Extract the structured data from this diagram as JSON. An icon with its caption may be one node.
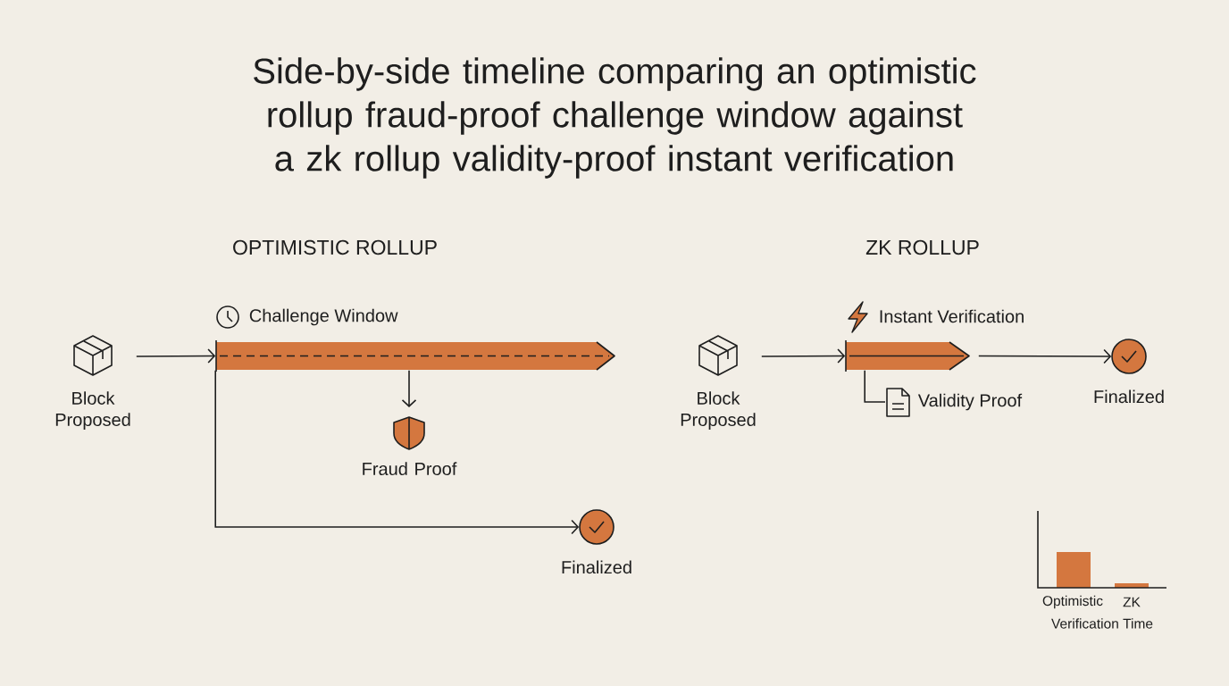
{
  "diagram": {
    "title": "Side-by-side timeline comparing an optimistic rollup fraud-proof challenge window against a zk rollup validity-proof instant verification",
    "nodes": [
      {
        "text": [
          "Block Proposed"
        ]
      },
      {
        "text": [
          "Challenge Window"
        ]
      },
      {
        "text": [
          "Fraud Proof"
        ]
      },
      {
        "text": [
          "Finalized"
        ]
      },
      {
        "text": [
          "Block Proposed"
        ]
      },
      {
        "text": [
          "Instant Verification"
        ]
      },
      {
        "text": [
          "Validity Proof"
        ]
      },
      {
        "text": [
          "Finalized"
        ]
      }
    ],
    "edges": [
      {
        "from": 0,
        "to": 1,
        "arrow": "to"
      },
      {
        "from": 1,
        "to": 2,
        "arrow": "to"
      },
      {
        "from": 1,
        "to": 3,
        "arrow": "to"
      },
      {
        "from": 4,
        "to": 5,
        "arrow": "to"
      },
      {
        "from": 5,
        "to": 6,
        "arrow": "none"
      },
      {
        "from": 5,
        "to": 7,
        "arrow": "to"
      }
    ],
    "labels": [
      "OPTIMISTIC ROLLUP",
      "ZK ROLLUP",
      "Optimistic",
      "ZK",
      "Verification Time"
    ]
  }
}
